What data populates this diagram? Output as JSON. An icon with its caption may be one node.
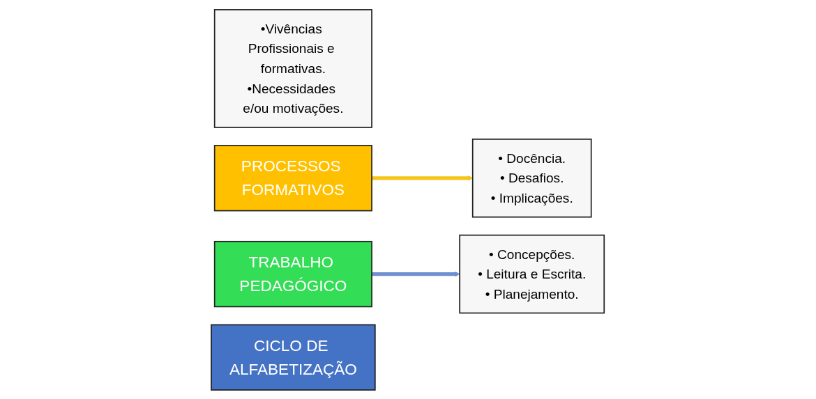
{
  "diagram": {
    "nodes": [
      {
        "text": [
          "•Vivências Profissionais e formativas.",
          "•Necessidades e/ou motivações."
        ]
      },
      {
        "text": [
          "PROCESSOS FORMATIVOS"
        ]
      },
      {
        "text": [
          "• Docência.",
          "• Desafios.",
          "• Implicações."
        ]
      },
      {
        "text": [
          "TRABALHO PEDAGÓGICO"
        ]
      },
      {
        "text": [
          "• Concepções.",
          "• Leitura e Escrita.",
          "• Planejamento."
        ]
      },
      {
        "text": [
          "CICLO DE ALFABETIZAÇÃO"
        ]
      }
    ],
    "edges": [
      {
        "from": 1,
        "to": 2,
        "arrow": "to",
        "color": "#f5c518"
      },
      {
        "from": 3,
        "to": 4,
        "arrow": "to",
        "color": "#6f8fd0"
      }
    ]
  }
}
